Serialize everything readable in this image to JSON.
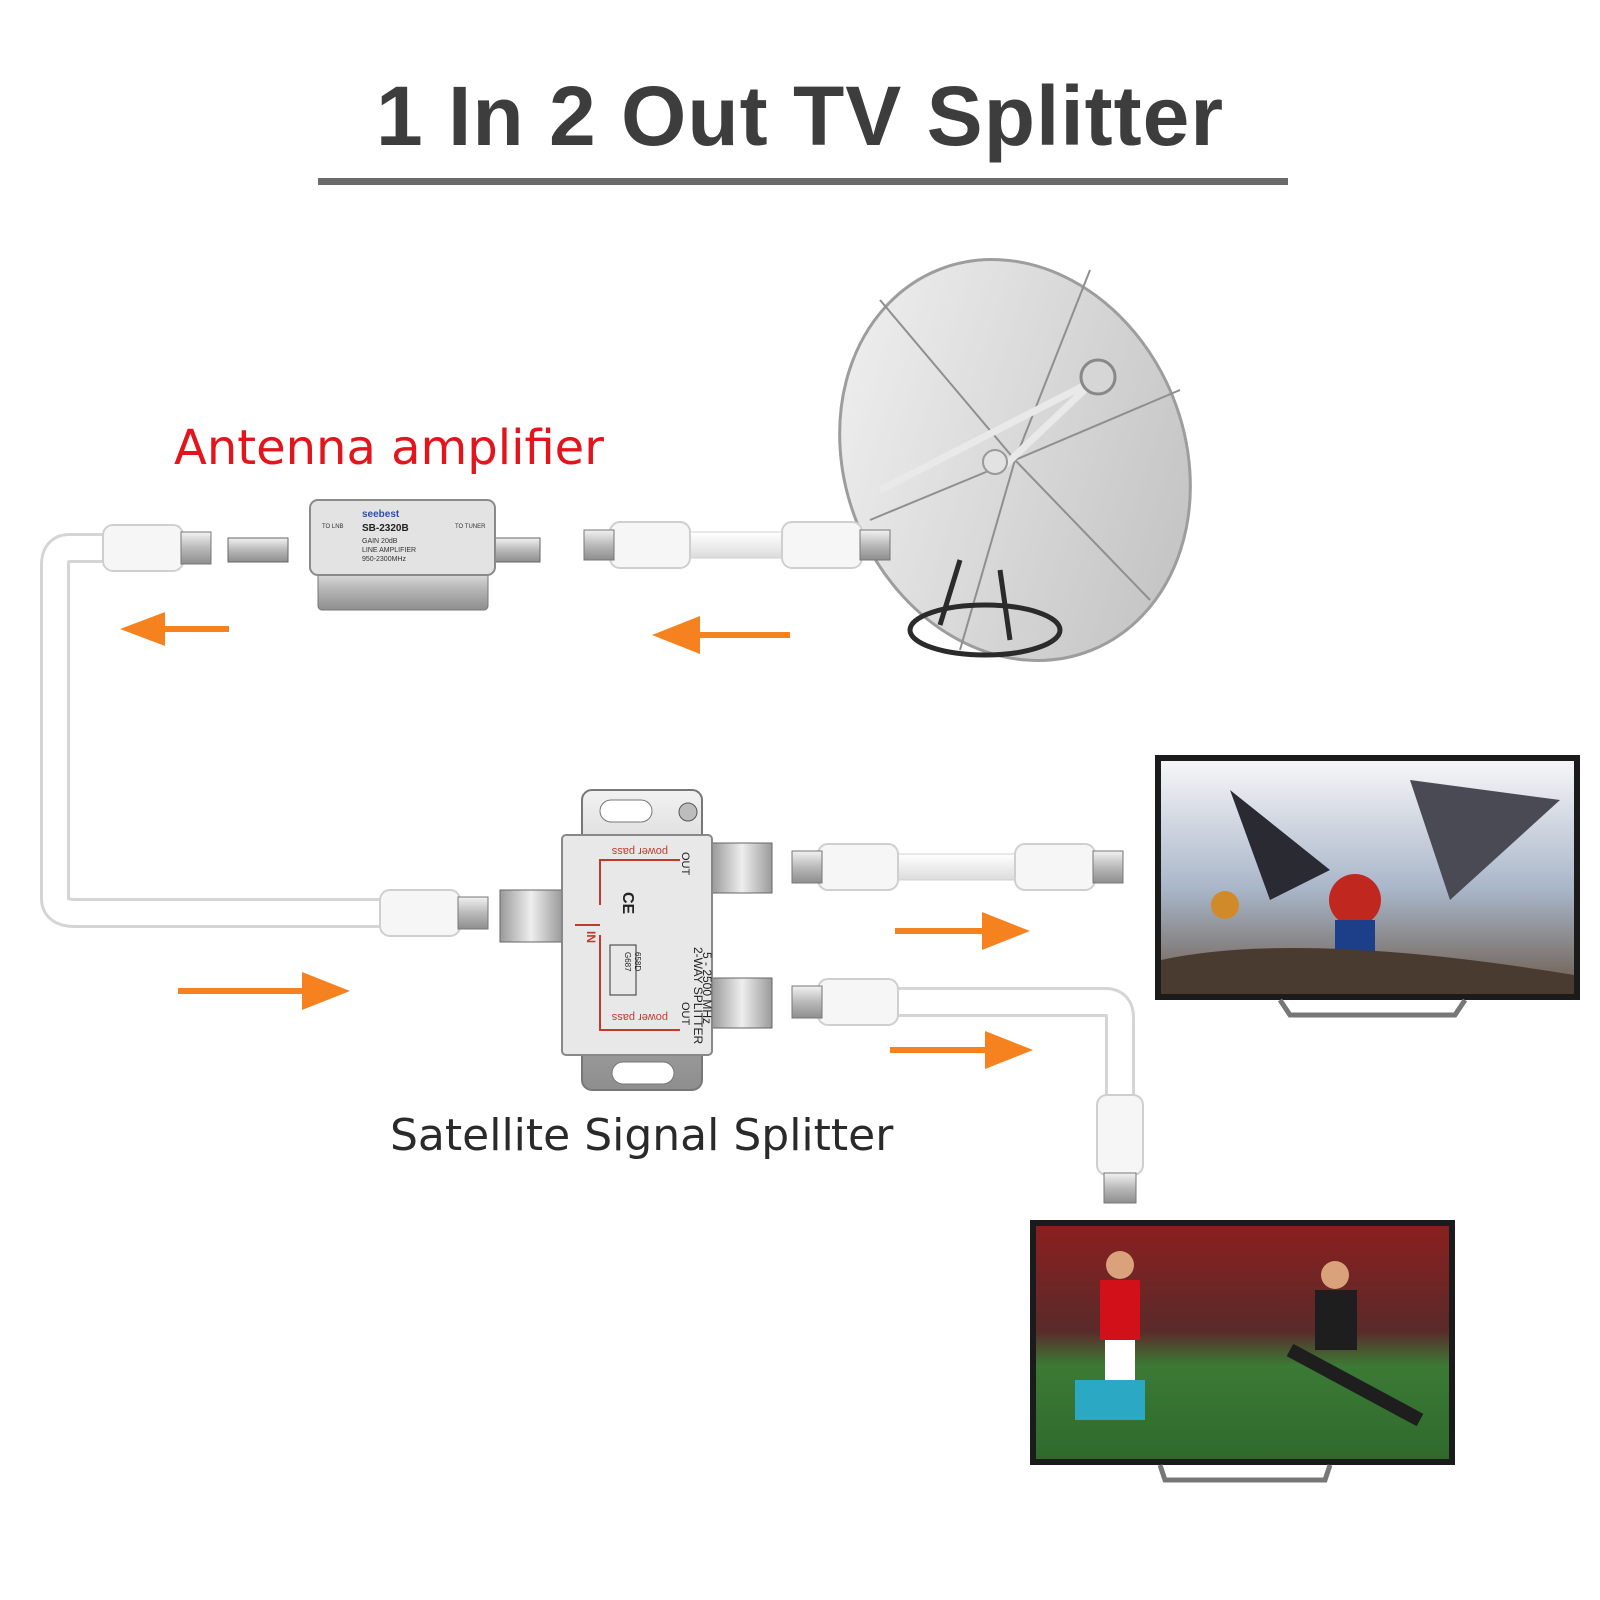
{
  "title": "1 In 2 Out TV Splitter",
  "labels": {
    "amplifier": "Antenna amplifier",
    "splitter": "Satellite Signal Splitter"
  },
  "amplifier_device": {
    "brand": "seebest",
    "model": "SB-2320B",
    "to_lnb": "TO LNB",
    "to_tuner": "TO TUNER",
    "line1": "GAIN 20dB",
    "line2": "LINE AMPLIFIER",
    "line3": "950-2300MHz"
  },
  "splitter_device": {
    "in_label": "IN",
    "out_label": "OUT",
    "power_pass": "power pass",
    "ce_mark": "CE",
    "model": "2-WAY SPLITTER",
    "freq": "5 - 2500 MHz",
    "code1": "G687",
    "code2": "658D"
  },
  "colors": {
    "arrow": "#f5821f",
    "amplifier_label": "#e3141b",
    "title": "#3d3d3d",
    "cable": "#ffffff",
    "metal": "#c8c8c8"
  },
  "icons": [
    "satellite-dish-icon",
    "tv-screen-icon",
    "coax-connector-icon",
    "arrow-icon"
  ]
}
